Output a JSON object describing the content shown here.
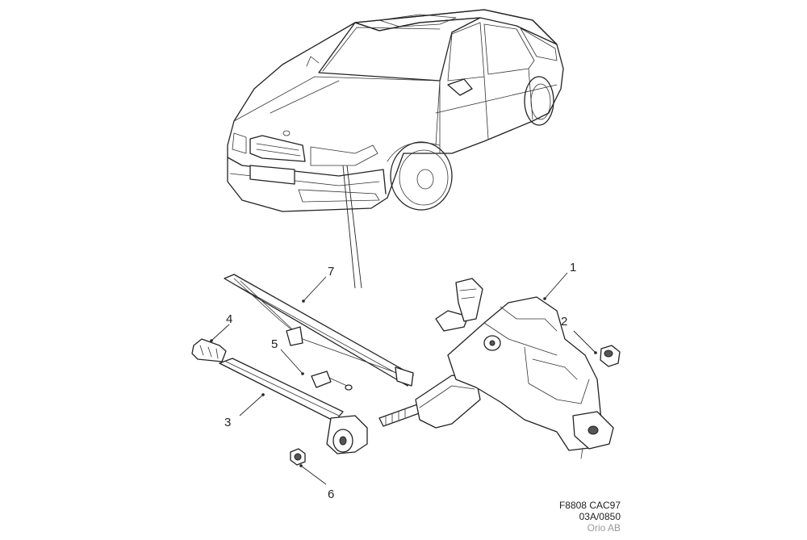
{
  "callouts": [
    {
      "id": "1",
      "label": "1"
    },
    {
      "id": "2",
      "label": "2"
    },
    {
      "id": "3",
      "label": "3"
    },
    {
      "id": "4",
      "label": "4"
    },
    {
      "id": "5",
      "label": "5"
    },
    {
      "id": "6",
      "label": "6"
    },
    {
      "id": "7",
      "label": "7"
    }
  ],
  "footer": {
    "line1": "F8808 CAC97",
    "line2": "03A/0850",
    "line3": "Orio AB"
  },
  "colors": {
    "line": "#222222",
    "footer_gray": "#999999",
    "background": "#ffffff"
  }
}
